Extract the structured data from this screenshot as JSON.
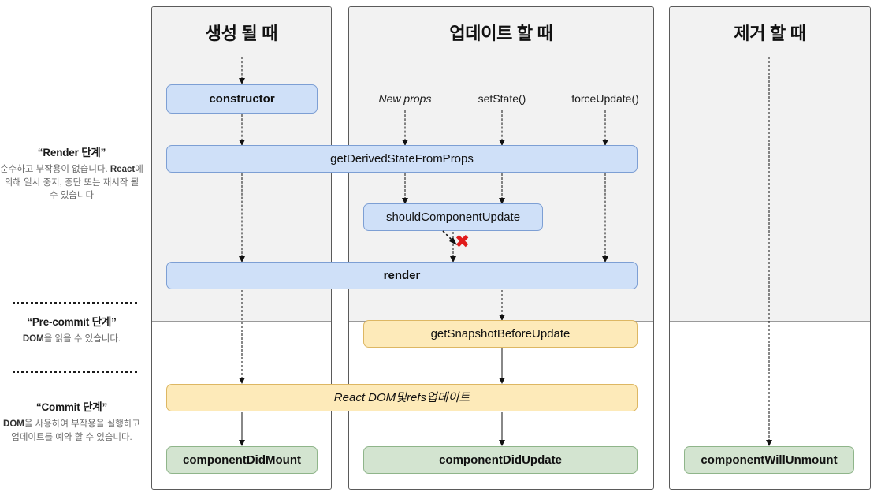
{
  "legend": [
    {
      "id": "render-phase",
      "title": "“Render 단계”",
      "desc_pre": "순수하고 부작용이 없습니다. ",
      "desc_strong": "React",
      "desc_post": "에 의해 일시 중지, 중단 또는 재시작 될 수 있습니다"
    },
    {
      "id": "pre-commit-phase",
      "title": "“Pre-commit 단계”",
      "desc_pre": "",
      "desc_strong": "DOM",
      "desc_post": "을 읽을 수 있습니다."
    },
    {
      "id": "commit-phase",
      "title": "“Commit 단계”",
      "desc_pre": "",
      "desc_strong": "DOM",
      "desc_post": "을 사용하여 부작용을 실행하고 업데이트를 예약 할 수 있습니다."
    }
  ],
  "panels": [
    {
      "id": "mounting",
      "title": "생성 될 때"
    },
    {
      "id": "updating",
      "title": "업데이트 할 때"
    },
    {
      "id": "unmounting",
      "title": "제거 할 때"
    }
  ],
  "triggers": [
    {
      "id": "new-props",
      "label": "New props",
      "italic": true
    },
    {
      "id": "set-state",
      "label": "setState()",
      "italic": false
    },
    {
      "id": "force-update",
      "label": "forceUpdate()",
      "italic": false
    }
  ],
  "boxes": {
    "constructor": "constructor",
    "get_derived_state": "getDerivedStateFromProps",
    "should_component_update": "shouldComponentUpdate",
    "render": "render",
    "get_snapshot": "getSnapshotBeforeUpdate",
    "react_dom_refs_pre": "React DOM ",
    "react_dom_refs_mid": "및 ",
    "react_dom_refs_post": "refs ",
    "react_dom_refs_tail": "업데이트",
    "component_did_mount": "componentDidMount",
    "component_did_update": "componentDidUpdate",
    "component_will_unmount": "componentWillUnmount"
  },
  "markers": {
    "skip_render_x": "✖"
  },
  "colors": {
    "blue_fill": "#cfe0f8",
    "blue_stroke": "#7d9fd4",
    "yellow_fill": "#fdeab9",
    "yellow_stroke": "#ddb763",
    "green_fill": "#d3e4d0",
    "green_stroke": "#8fb58a",
    "panel_shade": "#f2f2f2",
    "panel_stroke": "#5a5a5a",
    "x_red": "#e01b1b"
  }
}
